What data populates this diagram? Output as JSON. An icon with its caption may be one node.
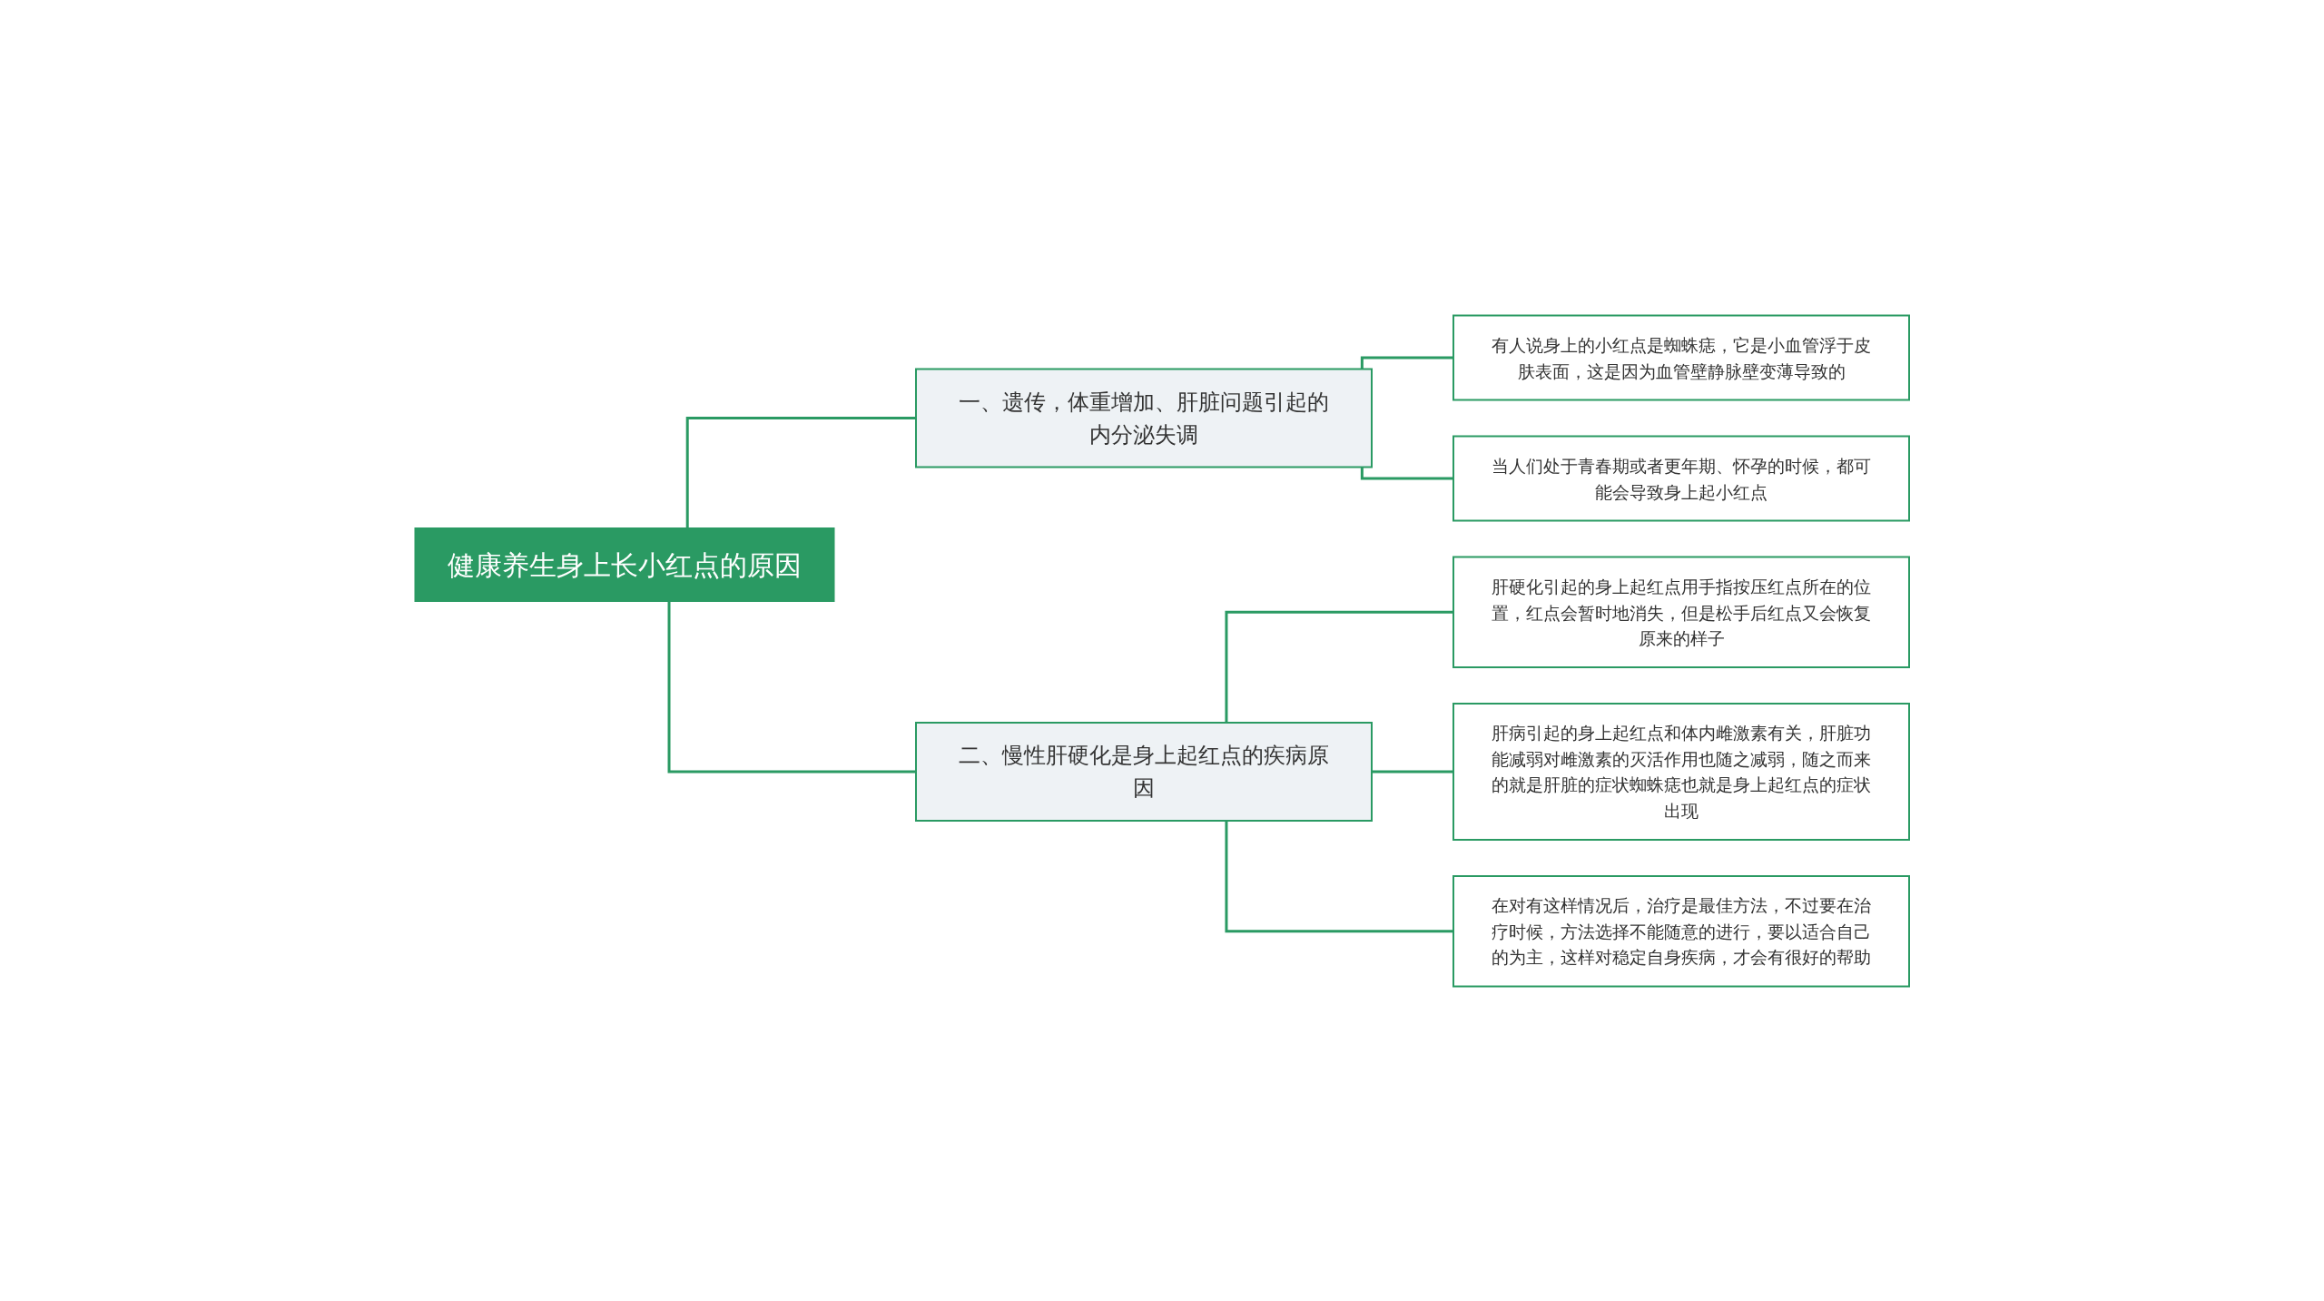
{
  "diagram": {
    "nodes": [
      {
        "text": [
          "健康养生身上长小红点的原因"
        ]
      },
      {
        "text": [
          "一、遗传，体重增加、肝脏问题引起的内分泌失调"
        ]
      },
      {
        "text": [
          "有人说身上的小红点是蜘蛛痣，它是小血管浮于皮肤表面，这是因为血管壁静脉壁变薄导致的"
        ]
      },
      {
        "text": [
          "当人们处于青春期或者更年期、怀孕的时候，都可能会导致身上起小红点"
        ]
      },
      {
        "text": [
          "二、慢性肝硬化是身上起红点的疾病原因"
        ]
      },
      {
        "text": [
          "肝硬化引起的身上起红点用手指按压红点所在的位置，红点会暂时地消失，但是松手后红点又会恢复原来的样子"
        ]
      },
      {
        "text": [
          "肝病引起的身上起红点和体内雌激素有关，肝脏功能减弱对雌激素的灭活作用也随之减弱，随之而来的就是肝脏的症状蜘蛛痣也就是身上起红点的症状出现"
        ]
      },
      {
        "text": [
          "在对有这样情况后，治疗是最佳方法，不过要在治疗时候，方法选择不能随意的进行，要以适合自己的为主，这样对稳定自身疾病，才会有很好的帮助"
        ]
      }
    ],
    "edges": [
      {
        "from": 0,
        "to": 1,
        "arrow": "none"
      },
      {
        "from": 1,
        "to": 2,
        "arrow": "none"
      },
      {
        "from": 1,
        "to": 3,
        "arrow": "none"
      },
      {
        "from": 0,
        "to": 4,
        "arrow": "none"
      },
      {
        "from": 4,
        "to": 5,
        "arrow": "none"
      },
      {
        "from": 4,
        "to": 6,
        "arrow": "none"
      },
      {
        "from": 4,
        "to": 7,
        "arrow": "none"
      }
    ]
  }
}
